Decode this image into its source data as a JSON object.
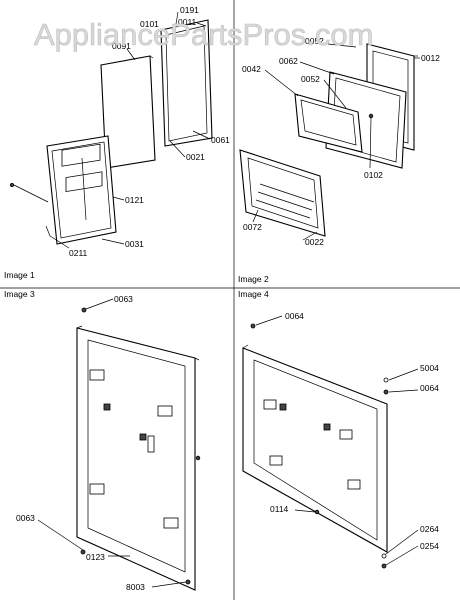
{
  "watermark": "AppliancePartsPros.com",
  "captions": {
    "image1": "Image 1",
    "image2": "Image 2",
    "image3": "Image 3",
    "image4": "Image 4"
  },
  "labels": {
    "p0191": "0191",
    "p0101": "0101",
    "p0011": "0011",
    "p0091": "0091",
    "p0061": "0061",
    "p0021": "0021",
    "p0121": "0121",
    "p0031": "0031",
    "p0211": "0211",
    "p0052top": "0052",
    "p0012": "0012",
    "p0042": "0042",
    "p0062": "0062",
    "p0052": "0052",
    "p0102": "0102",
    "p0072": "0072",
    "p0022": "0022",
    "p0063top": "0063",
    "p0063bot": "0063",
    "p0123": "0123",
    "p8003": "8003",
    "p0064top": "0064",
    "p5004": "5004",
    "p0064right": "0064",
    "p0114": "0114",
    "p0264": "0264",
    "p0254": "0254"
  }
}
